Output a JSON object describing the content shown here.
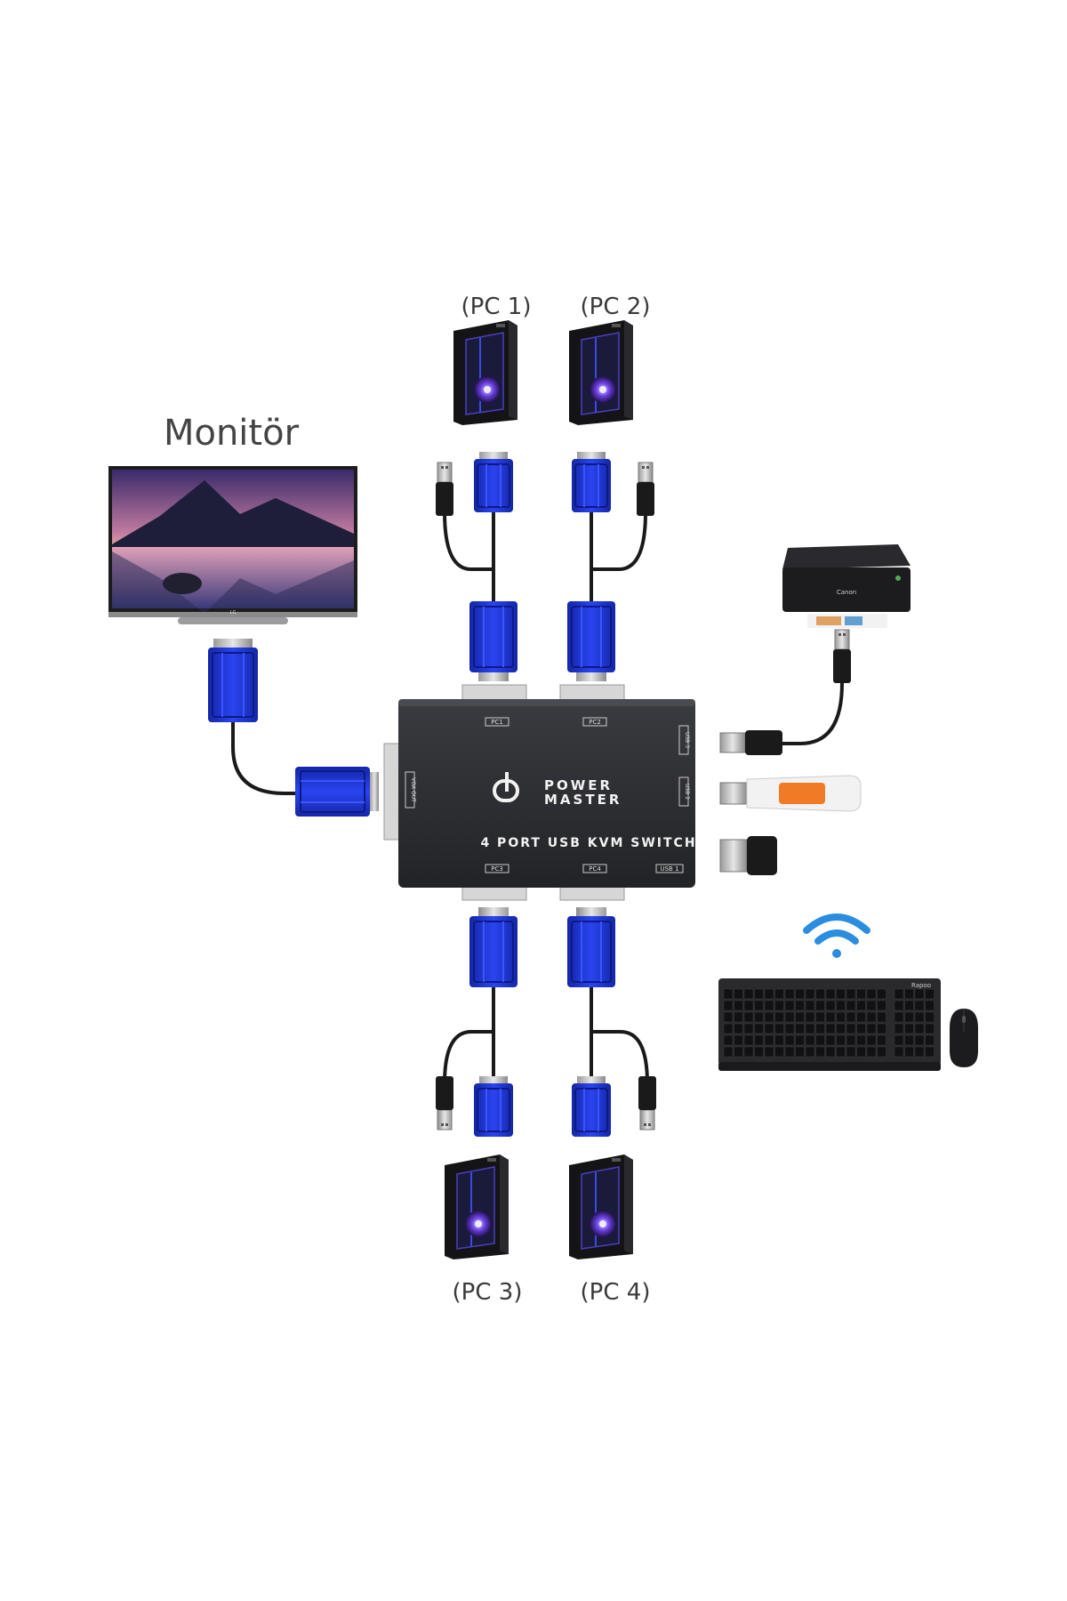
{
  "labels": {
    "pc1": "(PC 1)",
    "pc2": "(PC 2)",
    "pc3": "(PC 3)",
    "pc4": "(PC 4)",
    "monitor": "Monitör"
  },
  "device": {
    "brand_line1": "POWER",
    "brand_line2": "MASTER",
    "model": "4 PORT USB KVM SWITCH",
    "ports": [
      "PC1",
      "PC2",
      "PC3",
      "PC4"
    ],
    "usb_port_label": "USB 1",
    "side_port_labels": [
      "USB 3",
      "USB 2"
    ],
    "vga_out_label": "VGA OUT"
  },
  "printer_brand": "Canon",
  "keyboard_brand": "Rapoo",
  "colors": {
    "vga_blue": "#1f34e0",
    "vga_dark": "#1426a8",
    "switch_body": "#2c2d31",
    "usb_stick_orange": "#f07a26",
    "wifi_blue": "#2a8de0"
  },
  "icons": [
    "pc-tower-icon",
    "monitor-icon",
    "printer-icon",
    "usb-flash-drive-icon",
    "usb-receiver-icon",
    "wifi-icon",
    "keyboard-icon",
    "mouse-icon"
  ]
}
